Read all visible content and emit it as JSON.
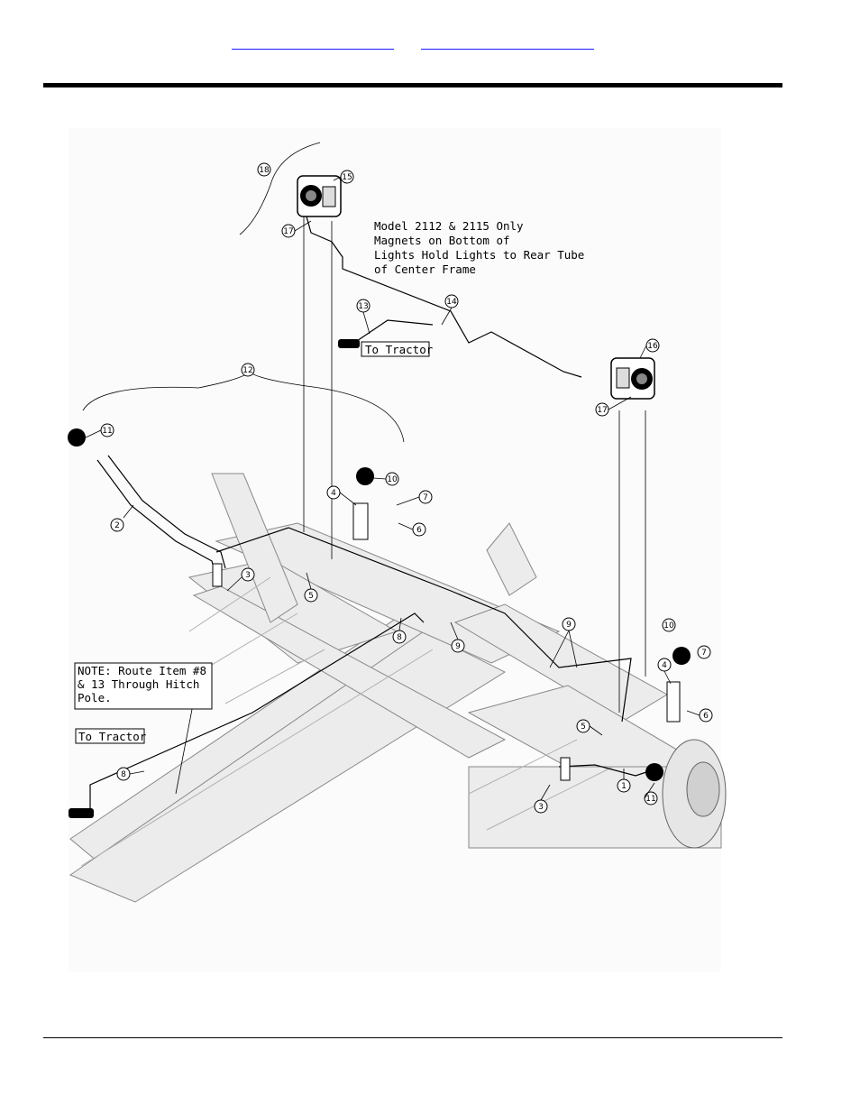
{
  "header": {
    "link_left": "",
    "link_right": ""
  },
  "notes": {
    "model_note": [
      "Model 2112 & 2115 Only",
      "Magnets on Bottom of",
      "Lights Hold Lights to Rear Tube",
      "of Center Frame"
    ],
    "to_tractor_upper": "To Tractor",
    "to_tractor_lower": "To Tractor",
    "route_note": [
      "NOTE: Route Item #8",
      "& 13 Through Hitch",
      "Pole."
    ]
  },
  "callouts": [
    "1",
    "2",
    "3",
    "4",
    "5",
    "6",
    "7",
    "8",
    "9",
    "10",
    "11",
    "12",
    "13",
    "14",
    "15",
    "16",
    "17",
    "18"
  ]
}
